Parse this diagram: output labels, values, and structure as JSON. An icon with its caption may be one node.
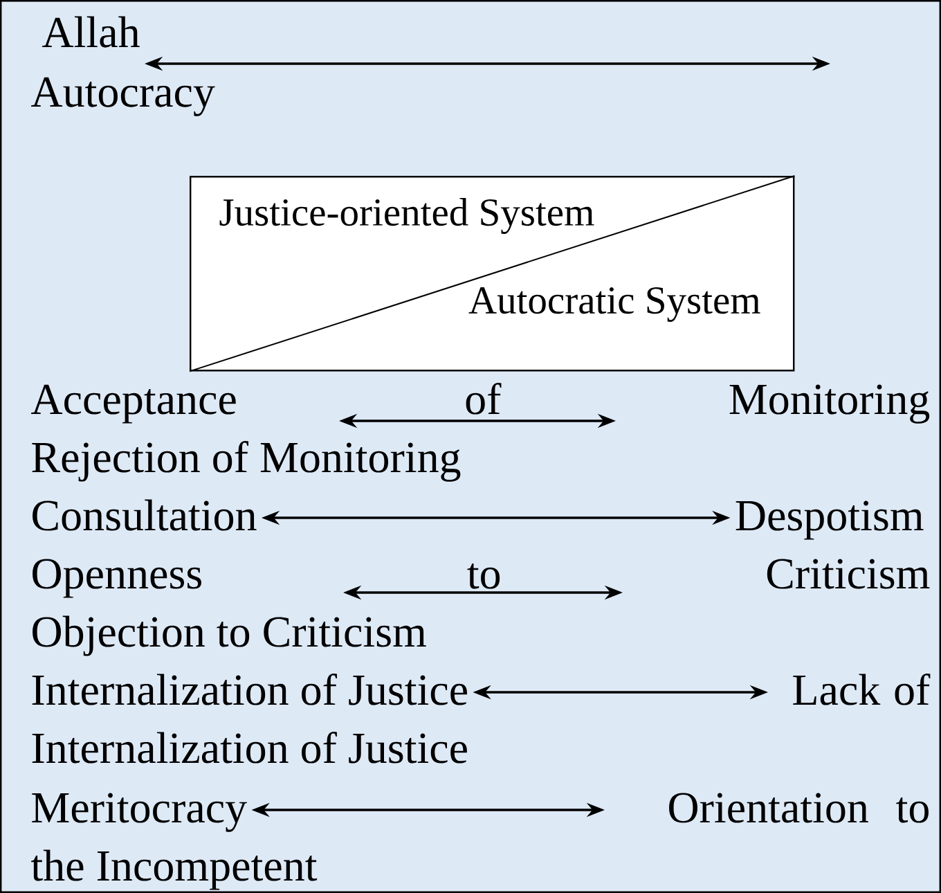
{
  "diagram": {
    "nodes": [
      {
        "text": [
          "Allah"
        ]
      },
      {
        "text": [
          "Autocracy"
        ]
      },
      {
        "text": [
          "Justice-oriented System",
          "Autocratic System"
        ]
      },
      {
        "text": [
          "Acceptance of Monitoring"
        ]
      },
      {
        "text": [
          "Rejection of Monitoring"
        ]
      },
      {
        "text": [
          "Consultation"
        ]
      },
      {
        "text": [
          "Despotism"
        ]
      },
      {
        "text": [
          "Openness to Criticism"
        ]
      },
      {
        "text": [
          "Objection to Criticism"
        ]
      },
      {
        "text": [
          "Internalization of Justice"
        ]
      },
      {
        "text": [
          "Lack of Internalization of Justice"
        ]
      },
      {
        "text": [
          "Meritocracy"
        ]
      },
      {
        "text": [
          "Orientation to the Incompetent"
        ]
      }
    ],
    "edges": [
      {
        "from": 0,
        "to": null,
        "arrow": "both"
      },
      {
        "from": 3,
        "to": 4,
        "arrow": "both"
      },
      {
        "from": 5,
        "to": 6,
        "arrow": "both"
      },
      {
        "from": 7,
        "to": 8,
        "arrow": "both"
      },
      {
        "from": 9,
        "to": 10,
        "arrow": "both"
      },
      {
        "from": 11,
        "to": 12,
        "arrow": "both"
      }
    ]
  }
}
